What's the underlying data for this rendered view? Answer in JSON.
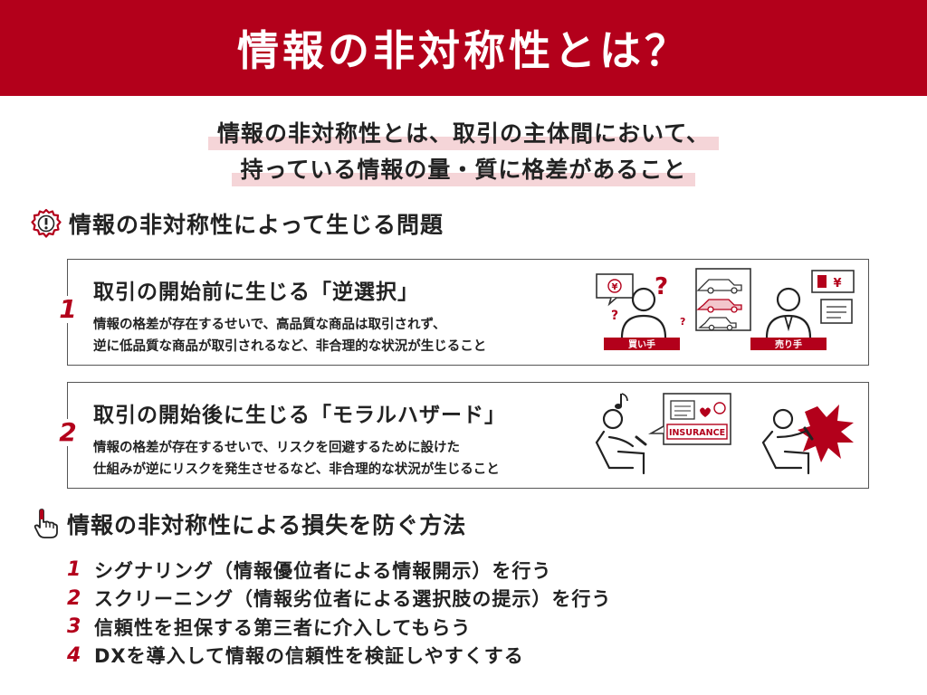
{
  "header": {
    "title": "情報の非対称性とは？"
  },
  "definition": {
    "line1": "情報の非対称性とは、取引の主体間において、",
    "line2": "持っている情報の量・質に格差があること"
  },
  "problems": {
    "heading": "情報の非対称性によって生じる問題",
    "items": [
      {
        "number": "1",
        "title": "取引の開始前に生じる「逆選択」",
        "desc1": "情報の格差が存在するせいで、高品質な商品は取引されず、",
        "desc2": "逆に低品質な商品が取引されるなど、非合理的な状況が生じること",
        "buyer_label": "買い手",
        "seller_label": "売り手",
        "yen_symbol": "¥",
        "question_mark": "?"
      },
      {
        "number": "2",
        "title": "取引の開始後に生じる「モラルハザード」",
        "desc1": "情報の格差が存在するせいで、リスクを回避するために設けた",
        "desc2": "仕組みが逆にリスクを発生させるなど、非合理的な状況が生じること",
        "insurance_label": "INSURANCE"
      }
    ]
  },
  "measures": {
    "heading": "情報の非対称性による損失を防ぐ方法",
    "items": [
      {
        "number": "1",
        "text": "シグナリング（情報優位者による情報開示）を行う"
      },
      {
        "number": "2",
        "text": "スクリーニング（情報劣位者による選択肢の提示）を行う"
      },
      {
        "number": "3",
        "text": "信頼性を担保する第三者に介入してもらう"
      },
      {
        "number": "4",
        "text": "DXを導入して情報の信頼性を検証しやすくする"
      }
    ]
  },
  "colors": {
    "accent": "#b3001b",
    "highlight": "#f5d5d8"
  }
}
